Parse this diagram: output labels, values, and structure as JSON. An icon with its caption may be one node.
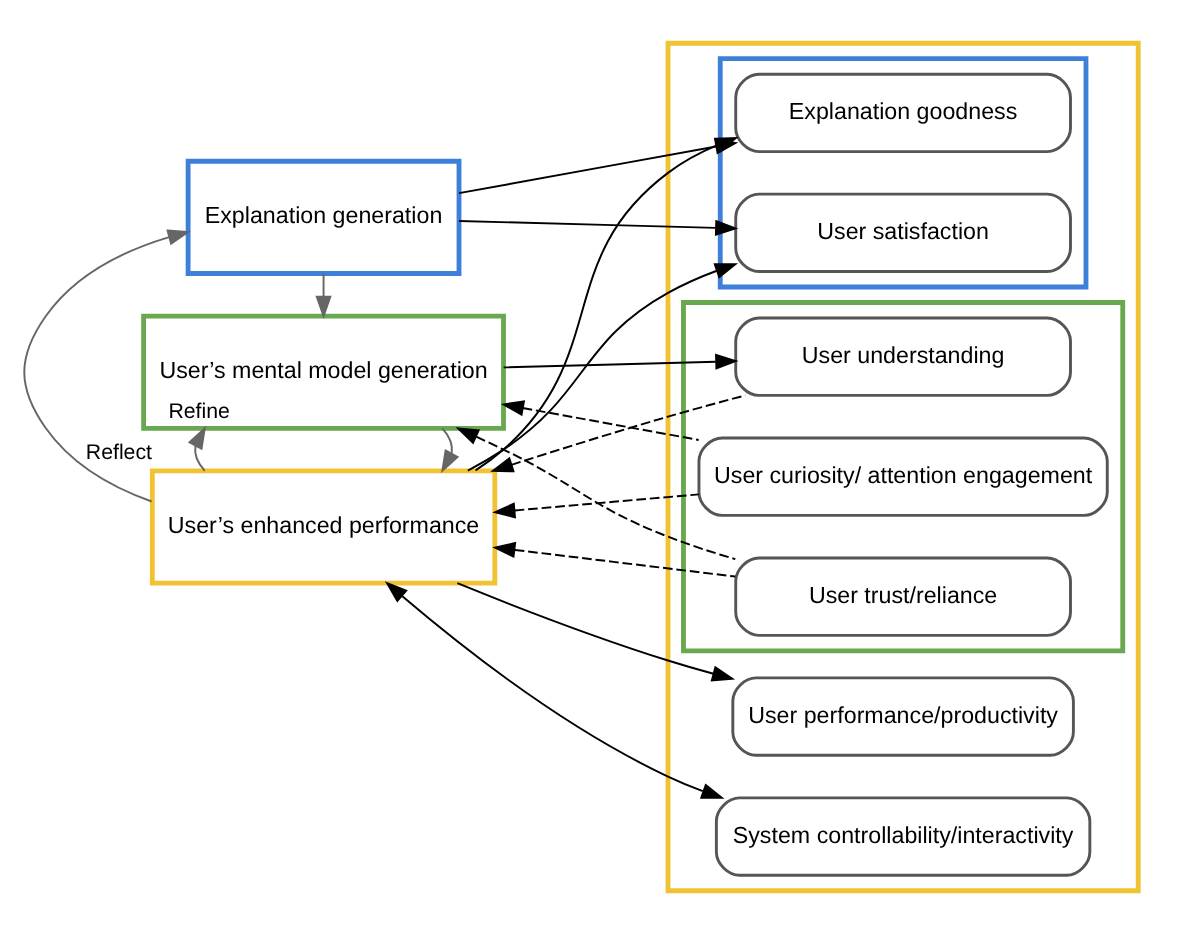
{
  "diagram": {
    "nodes": [
      {
        "text": [
          "Explanation generation"
        ]
      },
      {
        "text": [
          "User’s mental model generation"
        ]
      },
      {
        "text": [
          "User’s enhanced performance"
        ]
      },
      {
        "text": [],
        "shape": "box"
      },
      {
        "text": [],
        "shape": "box",
        "in": 3
      },
      {
        "text": [
          "Explanation goodness"
        ],
        "in": 4
      },
      {
        "text": [
          "User satisfaction"
        ],
        "in": 4
      },
      {
        "text": [],
        "shape": "box",
        "in": 3
      },
      {
        "text": [
          "User curiosity/ attention engagement"
        ],
        "in": 7
      },
      {
        "text": [
          "User trust/reliance"
        ],
        "in": 7
      },
      {
        "text": [
          "User understanding"
        ],
        "in": 7
      },
      {
        "text": [
          "User performance/productivity"
        ],
        "in": 3
      },
      {
        "text": [
          "System controllability/interactivity"
        ],
        "in": 3
      }
    ],
    "edges": [
      {
        "from": 0,
        "to": 1,
        "arrow": "to",
        "color": "#666666"
      },
      {
        "from": 1,
        "to": 2,
        "arrow": "to",
        "color": "#666666"
      },
      {
        "from": 2,
        "to": 0,
        "arrow": "to",
        "label": "Reflect",
        "color": "#666666"
      },
      {
        "from": 2,
        "to": 1,
        "arrow": "to",
        "label": "Refine",
        "color": "#666666"
      },
      {
        "from": 0,
        "to": 5,
        "arrow": "to"
      },
      {
        "from": 0,
        "to": 6,
        "arrow": "to"
      },
      {
        "from": 2,
        "to": 5,
        "arrow": "to"
      },
      {
        "from": 2,
        "to": 6,
        "arrow": "to"
      },
      {
        "from": 8,
        "to": 1,
        "arrow": "to",
        "style": "dashed"
      },
      {
        "from": 9,
        "to": 1,
        "arrow": "to",
        "style": "dashed"
      },
      {
        "from": 1,
        "to": 10,
        "arrow": "to"
      },
      {
        "from": 8,
        "to": 2,
        "arrow": "to",
        "style": "dashed"
      },
      {
        "from": 9,
        "to": 2,
        "arrow": "to",
        "style": "dashed"
      },
      {
        "from": 10,
        "to": 2,
        "arrow": "to",
        "style": "dashed"
      },
      {
        "from": 2,
        "to": 11,
        "arrow": "to"
      },
      {
        "from": 12,
        "to": 2,
        "arrow": "both"
      }
    ]
  }
}
